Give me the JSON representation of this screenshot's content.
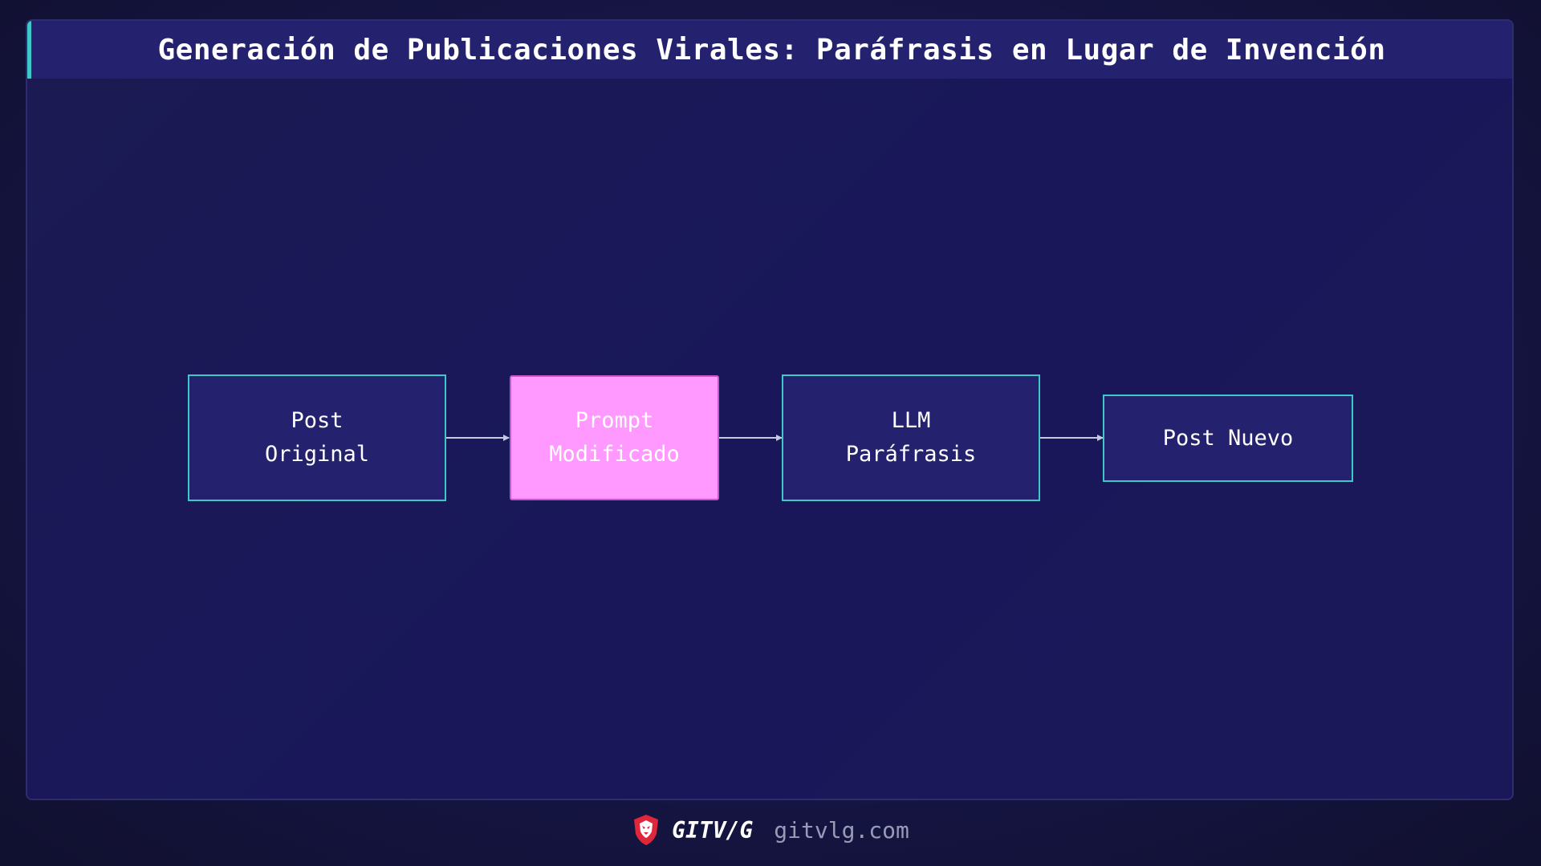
{
  "title": "Generación de Publicaciones Virales: Paráfrasis en Lugar de Invención",
  "colors": {
    "background": "#161545",
    "title_bar": "#24226f",
    "node_fill": "#24226f",
    "node_border": "#3ec9c9",
    "highlight_fill": "#ff99ff",
    "highlight_border": "#cc55cc",
    "edge": "#c8c8e0"
  },
  "diagram": {
    "nodes": [
      {
        "id": "post-original",
        "label": "Post\nOriginal",
        "highlight": false
      },
      {
        "id": "prompt-modificado",
        "label": "Prompt\nModificado",
        "highlight": true
      },
      {
        "id": "llm-parafrasis",
        "label": "LLM\nParáfrasis",
        "highlight": false
      },
      {
        "id": "post-nuevo",
        "label": "Post Nuevo",
        "highlight": false
      }
    ],
    "edges": [
      {
        "from": "post-original",
        "to": "prompt-modificado"
      },
      {
        "from": "prompt-modificado",
        "to": "llm-parafrasis"
      },
      {
        "from": "llm-parafrasis",
        "to": "post-nuevo"
      }
    ]
  },
  "footer": {
    "brand": "GITV/G",
    "domain": "gitvlg.com",
    "logo_icon": "lion-shield-icon"
  }
}
